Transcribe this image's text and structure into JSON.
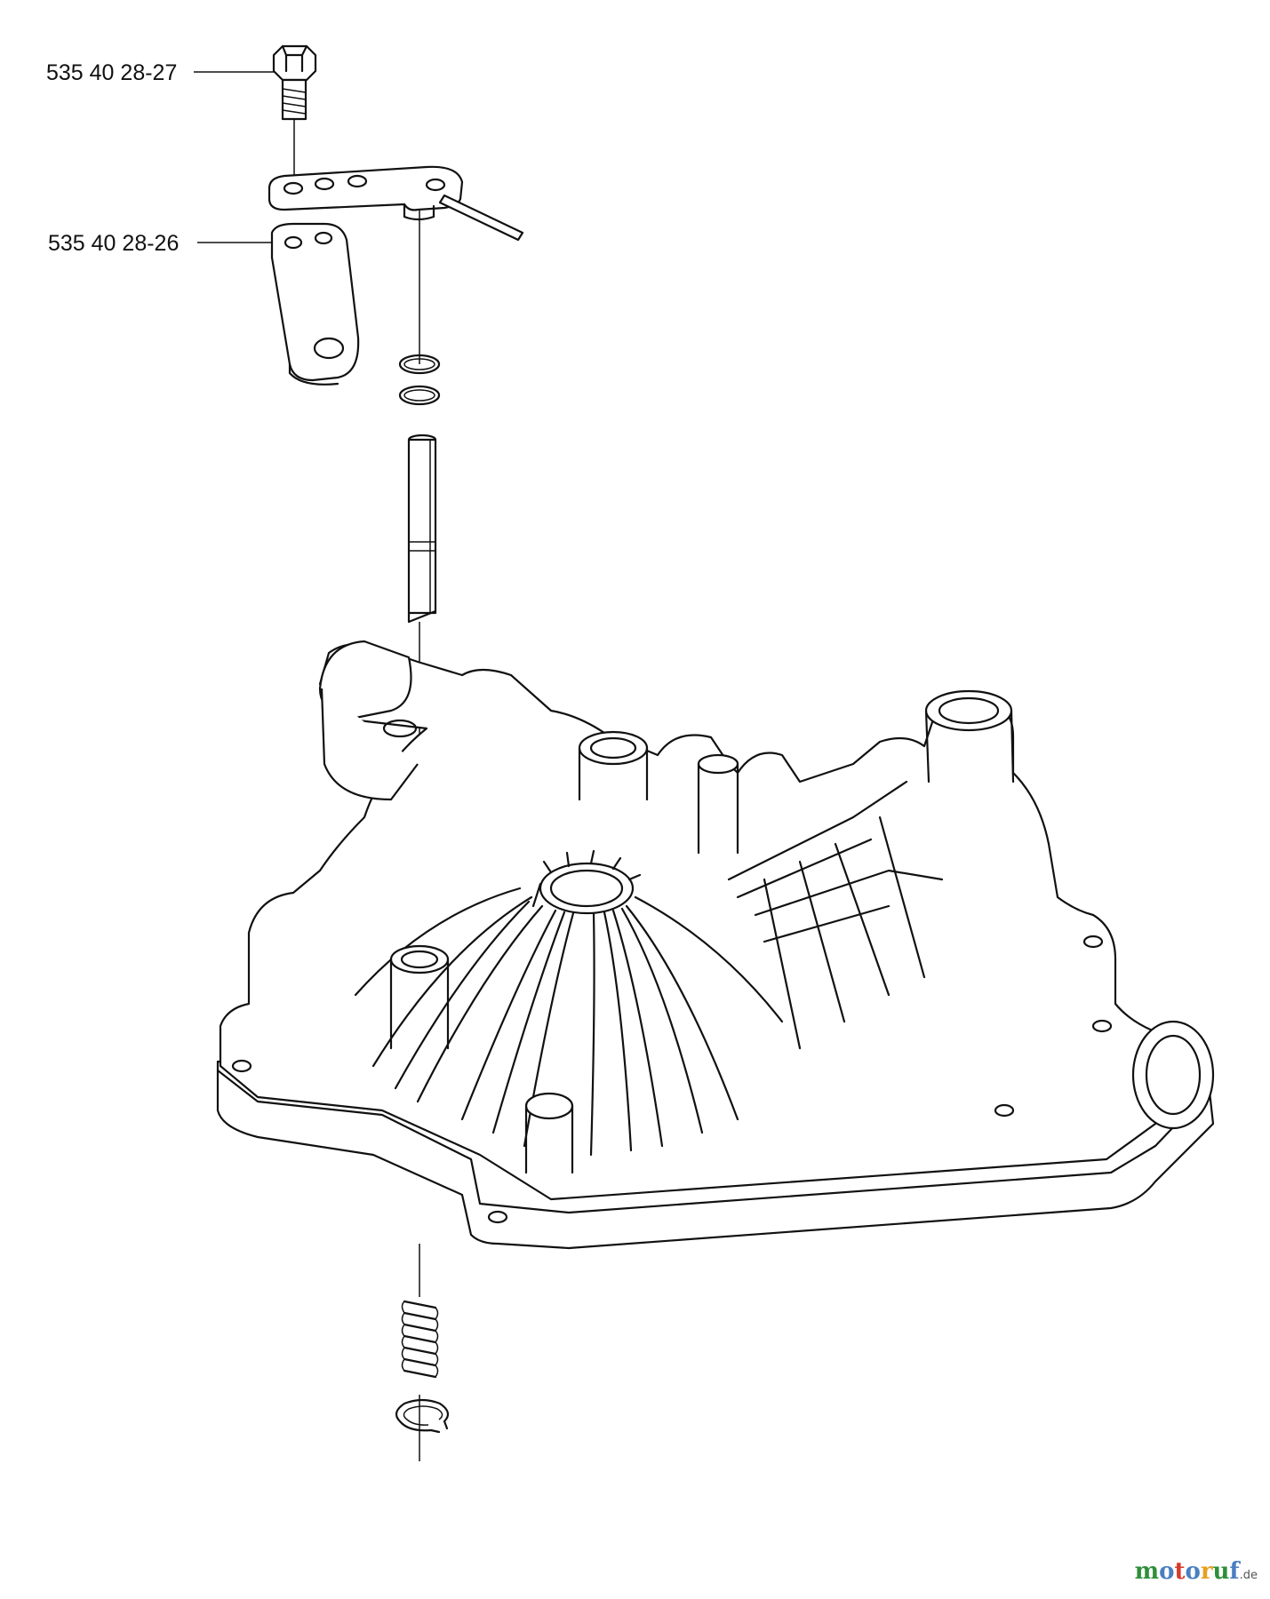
{
  "callouts": [
    {
      "part_number": "535 40 28-27"
    },
    {
      "part_number": "535 40 28-26"
    }
  ],
  "watermark": {
    "text": "motoruf",
    "suffix": ".de"
  }
}
